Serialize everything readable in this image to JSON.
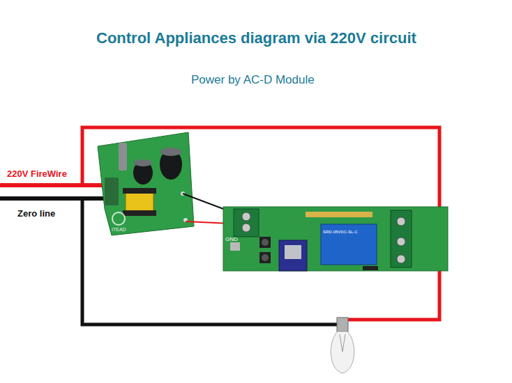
{
  "diagram": {
    "title": "Control Appliances diagram via 220V circuit",
    "labels": [
      "Power by AC-D Module",
      "220V FireWire",
      "Zero line",
      "GND",
      "ITEAD",
      "SRD-05VDC-SL-C"
    ]
  }
}
